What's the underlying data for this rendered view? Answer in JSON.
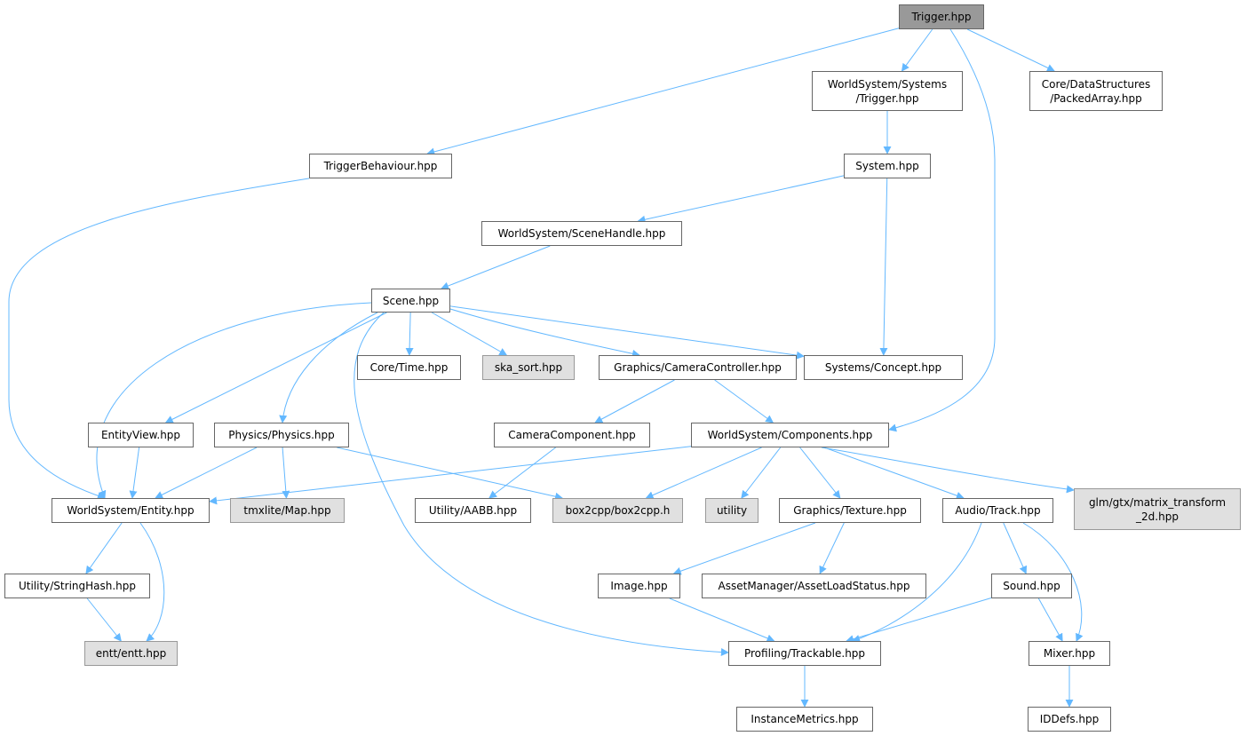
{
  "diagram": {
    "edge_color": "#63b8ff",
    "nodes": [
      {
        "id": "trigger",
        "label": "Trigger.hpp",
        "kind": "root"
      },
      {
        "id": "ws_trigger",
        "label": "WorldSystem/Systems\n/Trigger.hpp",
        "kind": "normal"
      },
      {
        "id": "packed",
        "label": "Core/DataStructures\n/PackedArray.hpp",
        "kind": "normal"
      },
      {
        "id": "trigbeh",
        "label": "TriggerBehaviour.hpp",
        "kind": "normal"
      },
      {
        "id": "system",
        "label": "System.hpp",
        "kind": "normal"
      },
      {
        "id": "scenehandle",
        "label": "WorldSystem/SceneHandle.hpp",
        "kind": "normal"
      },
      {
        "id": "scene",
        "label": "Scene.hpp",
        "kind": "normal"
      },
      {
        "id": "time",
        "label": "Core/Time.hpp",
        "kind": "normal"
      },
      {
        "id": "ska",
        "label": "ska_sort.hpp",
        "kind": "external"
      },
      {
        "id": "camctrl",
        "label": "Graphics/CameraController.hpp",
        "kind": "normal"
      },
      {
        "id": "concept",
        "label": "Systems/Concept.hpp",
        "kind": "normal"
      },
      {
        "id": "entityview",
        "label": "EntityView.hpp",
        "kind": "normal"
      },
      {
        "id": "physics",
        "label": "Physics/Physics.hpp",
        "kind": "normal"
      },
      {
        "id": "camcomp",
        "label": "CameraComponent.hpp",
        "kind": "normal"
      },
      {
        "id": "components",
        "label": "WorldSystem/Components.hpp",
        "kind": "normal"
      },
      {
        "id": "entity",
        "label": "WorldSystem/Entity.hpp",
        "kind": "normal"
      },
      {
        "id": "tmx",
        "label": "tmxlite/Map.hpp",
        "kind": "external"
      },
      {
        "id": "aabb",
        "label": "Utility/AABB.hpp",
        "kind": "normal"
      },
      {
        "id": "box2",
        "label": "box2cpp/box2cpp.h",
        "kind": "external"
      },
      {
        "id": "utility",
        "label": "utility",
        "kind": "external"
      },
      {
        "id": "texture",
        "label": "Graphics/Texture.hpp",
        "kind": "normal"
      },
      {
        "id": "track",
        "label": "Audio/Track.hpp",
        "kind": "normal"
      },
      {
        "id": "glm",
        "label": "glm/gtx/matrix_transform\n_2d.hpp",
        "kind": "external"
      },
      {
        "id": "strhash",
        "label": "Utility/StringHash.hpp",
        "kind": "normal"
      },
      {
        "id": "image",
        "label": "Image.hpp",
        "kind": "normal"
      },
      {
        "id": "assetload",
        "label": "AssetManager/AssetLoadStatus.hpp",
        "kind": "normal"
      },
      {
        "id": "sound",
        "label": "Sound.hpp",
        "kind": "normal"
      },
      {
        "id": "entt",
        "label": "entt/entt.hpp",
        "kind": "external"
      },
      {
        "id": "trackable",
        "label": "Profiling/Trackable.hpp",
        "kind": "normal"
      },
      {
        "id": "mixer",
        "label": "Mixer.hpp",
        "kind": "normal"
      },
      {
        "id": "metrics",
        "label": "InstanceMetrics.hpp",
        "kind": "normal"
      },
      {
        "id": "iddefs",
        "label": "IDDefs.hpp",
        "kind": "normal"
      }
    ],
    "edges": [
      [
        "trigger",
        "trigbeh"
      ],
      [
        "trigger",
        "ws_trigger"
      ],
      [
        "trigger",
        "components"
      ],
      [
        "trigger",
        "packed"
      ],
      [
        "ws_trigger",
        "system"
      ],
      [
        "system",
        "scenehandle"
      ],
      [
        "system",
        "concept"
      ],
      [
        "trigbeh",
        "entity"
      ],
      [
        "scenehandle",
        "scene"
      ],
      [
        "scene",
        "entity"
      ],
      [
        "scene",
        "entityview"
      ],
      [
        "scene",
        "physics"
      ],
      [
        "scene",
        "trackable"
      ],
      [
        "scene",
        "time"
      ],
      [
        "scene",
        "ska"
      ],
      [
        "scene",
        "camctrl"
      ],
      [
        "scene",
        "concept"
      ],
      [
        "camctrl",
        "camcomp"
      ],
      [
        "camctrl",
        "components"
      ],
      [
        "entityview",
        "entity"
      ],
      [
        "physics",
        "entity"
      ],
      [
        "physics",
        "tmx"
      ],
      [
        "physics",
        "box2"
      ],
      [
        "camcomp",
        "aabb"
      ],
      [
        "components",
        "entity"
      ],
      [
        "components",
        "box2"
      ],
      [
        "components",
        "utility"
      ],
      [
        "components",
        "texture"
      ],
      [
        "components",
        "track"
      ],
      [
        "components",
        "glm"
      ],
      [
        "entity",
        "strhash"
      ],
      [
        "entity",
        "entt"
      ],
      [
        "strhash",
        "entt"
      ],
      [
        "texture",
        "image"
      ],
      [
        "texture",
        "assetload"
      ],
      [
        "track",
        "trackable"
      ],
      [
        "track",
        "sound"
      ],
      [
        "track",
        "mixer"
      ],
      [
        "image",
        "trackable"
      ],
      [
        "sound",
        "trackable"
      ],
      [
        "sound",
        "mixer"
      ],
      [
        "trackable",
        "metrics"
      ],
      [
        "mixer",
        "iddefs"
      ]
    ]
  }
}
